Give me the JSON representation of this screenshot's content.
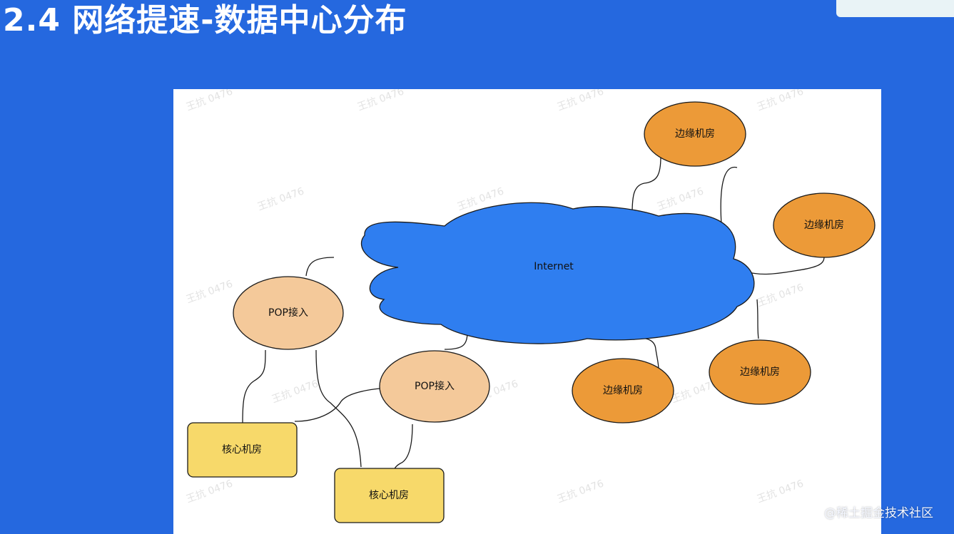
{
  "slide": {
    "title": "2.4 网络提速-数据中心分布",
    "corner_watermark": "@稀土掘金技术社区"
  },
  "diagram": {
    "cloud_label": "Internet",
    "pop_label": "POP接入",
    "core_label": "核心机房",
    "edge_label": "边缘机房",
    "background_watermark": "王抗 0476"
  },
  "colors": {
    "slide_bg": "#2568df",
    "cloud_fill": "#2f7ef0",
    "edge_fill": "#ec9a38",
    "pop_fill": "#f4c99a",
    "core_fill": "#f7d96a"
  }
}
